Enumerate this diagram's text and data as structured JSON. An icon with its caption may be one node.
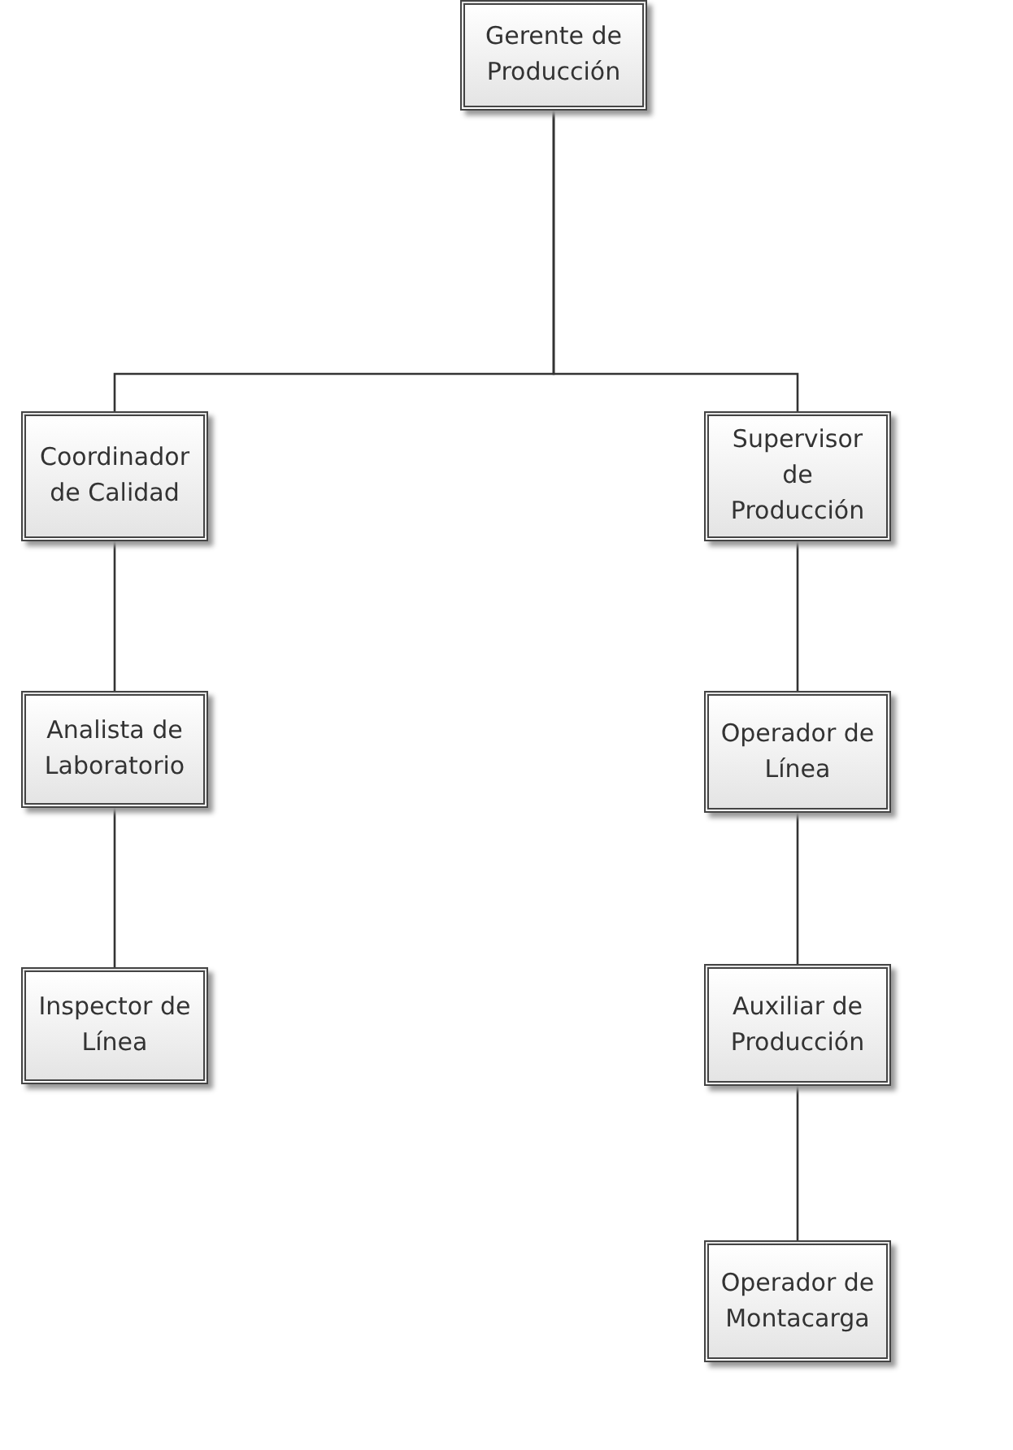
{
  "diagram": {
    "nodes": [
      {
        "text": [
          "Gerente de Producción"
        ]
      },
      {
        "text": [
          "Coordinador de Calidad"
        ]
      },
      {
        "text": [
          "Supervisor de Producción"
        ]
      },
      {
        "text": [
          "Analista de Laboratorio"
        ]
      },
      {
        "text": [
          "Inspector de Línea"
        ]
      },
      {
        "text": [
          "Operador de Línea"
        ]
      },
      {
        "text": [
          "Auxiliar de Producción"
        ]
      },
      {
        "text": [
          "Operador de Montacarga"
        ]
      }
    ],
    "edges": [
      {
        "from": 0,
        "to": 1,
        "arrow": "none"
      },
      {
        "from": 0,
        "to": 2,
        "arrow": "none"
      },
      {
        "from": 1,
        "to": 3,
        "arrow": "none"
      },
      {
        "from": 3,
        "to": 4,
        "arrow": "none"
      },
      {
        "from": 2,
        "to": 5,
        "arrow": "none"
      },
      {
        "from": 5,
        "to": 6,
        "arrow": "none"
      },
      {
        "from": 6,
        "to": 7,
        "arrow": "none"
      }
    ]
  }
}
